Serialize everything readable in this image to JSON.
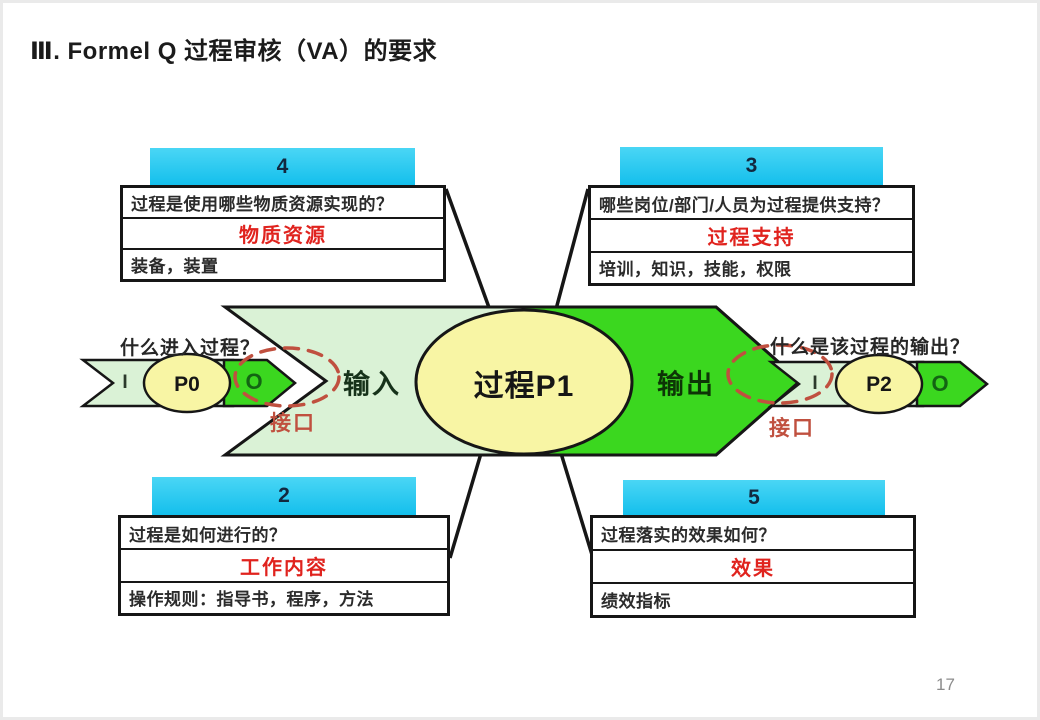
{
  "slide": {
    "title": "Ⅲ. Formel Q 过程审核（VA）的要求",
    "page_number": "17"
  },
  "boxes": {
    "material": {
      "number": "4",
      "question": "过程是使用哪些物质资源实现的？",
      "category": "物质资源",
      "detail": "装备，装置"
    },
    "support": {
      "number": "3",
      "question": "哪些岗位/部门/人员为过程提供支持？",
      "category": "过程支持",
      "detail": "培训，知识，技能，权限"
    },
    "work": {
      "number": "2",
      "question": "过程是如何进行的？",
      "category": "工作内容",
      "detail": "操作规则：指导书，程序，方法"
    },
    "effect": {
      "number": "5",
      "question": "过程落实的效果如何？",
      "category": "效果",
      "detail": "绩效指标"
    }
  },
  "flow": {
    "input_question": "什么进入过程？",
    "output_question": "什么是该过程的输出？",
    "input_label": "输入",
    "output_label": "输出",
    "process_label": "过程P1",
    "p0_label": "P0",
    "p2_label": "P2",
    "i_label": "I",
    "o_label": "O",
    "interface_label": "接口"
  },
  "colors": {
    "header_cyan": "#14bfec",
    "header_cyan_light": "#4ad6f5",
    "band_pale_green": "#daf2d6",
    "band_green": "#3bd71f",
    "ellipse_yellow": "#f8f5a4",
    "category_red": "#e0231e",
    "interface_red": "#c0503f",
    "outline": "#161616"
  }
}
